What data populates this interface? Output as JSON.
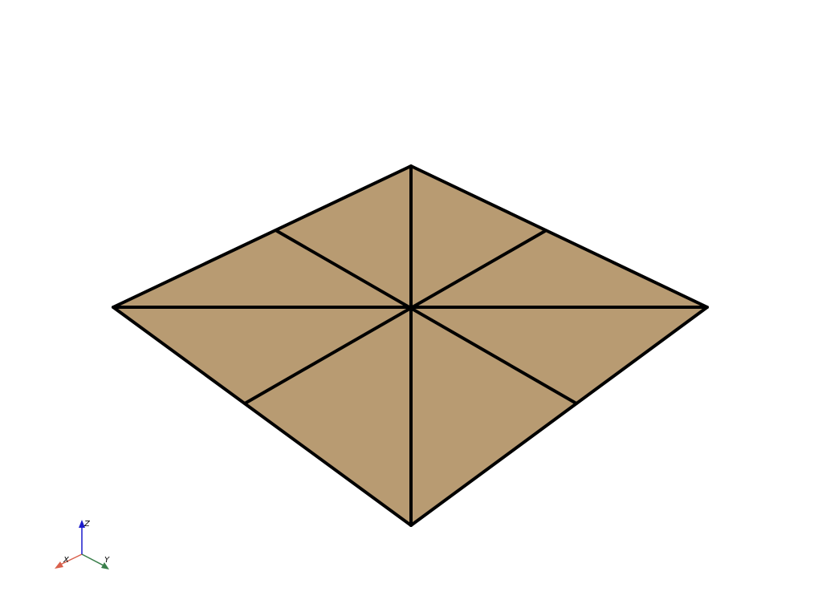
{
  "scene": {
    "background": "#ffffff",
    "face_color": "#b89b72",
    "edge_color": "#000000"
  },
  "axes": {
    "x": {
      "label": "X",
      "color": "#d9604c"
    },
    "y": {
      "label": "Y",
      "color": "#3a7f4b"
    },
    "z": {
      "label": "Z",
      "color": "#1c1ccc"
    }
  }
}
